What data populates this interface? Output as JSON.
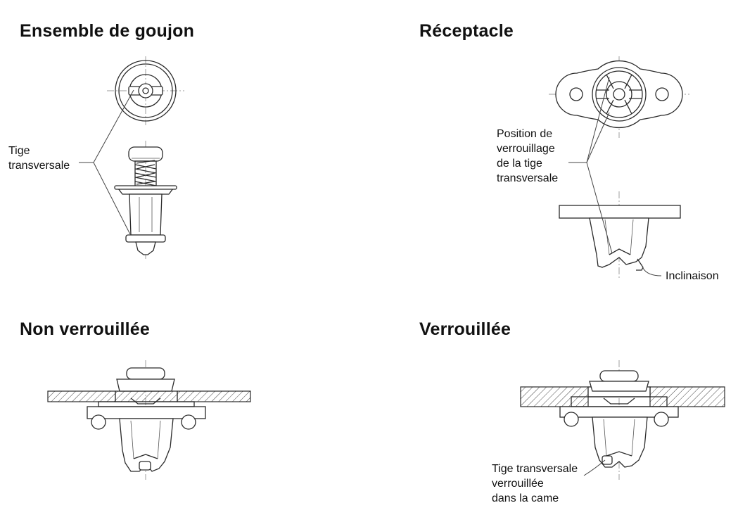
{
  "panels": {
    "stud": {
      "title": "Ensemble de goujon",
      "callout": "Tige\ntransversale"
    },
    "receptacle": {
      "title": "Réceptacle",
      "callout": "Position de\nverrouillage\nde la tige\ntransversale",
      "callout_tilt": "Inclinaison"
    },
    "unlocked": {
      "title": "Non verrouillée"
    },
    "locked": {
      "title": "Verrouillée",
      "callout": "Tige transversale\nverrouillée\ndans la came"
    }
  }
}
